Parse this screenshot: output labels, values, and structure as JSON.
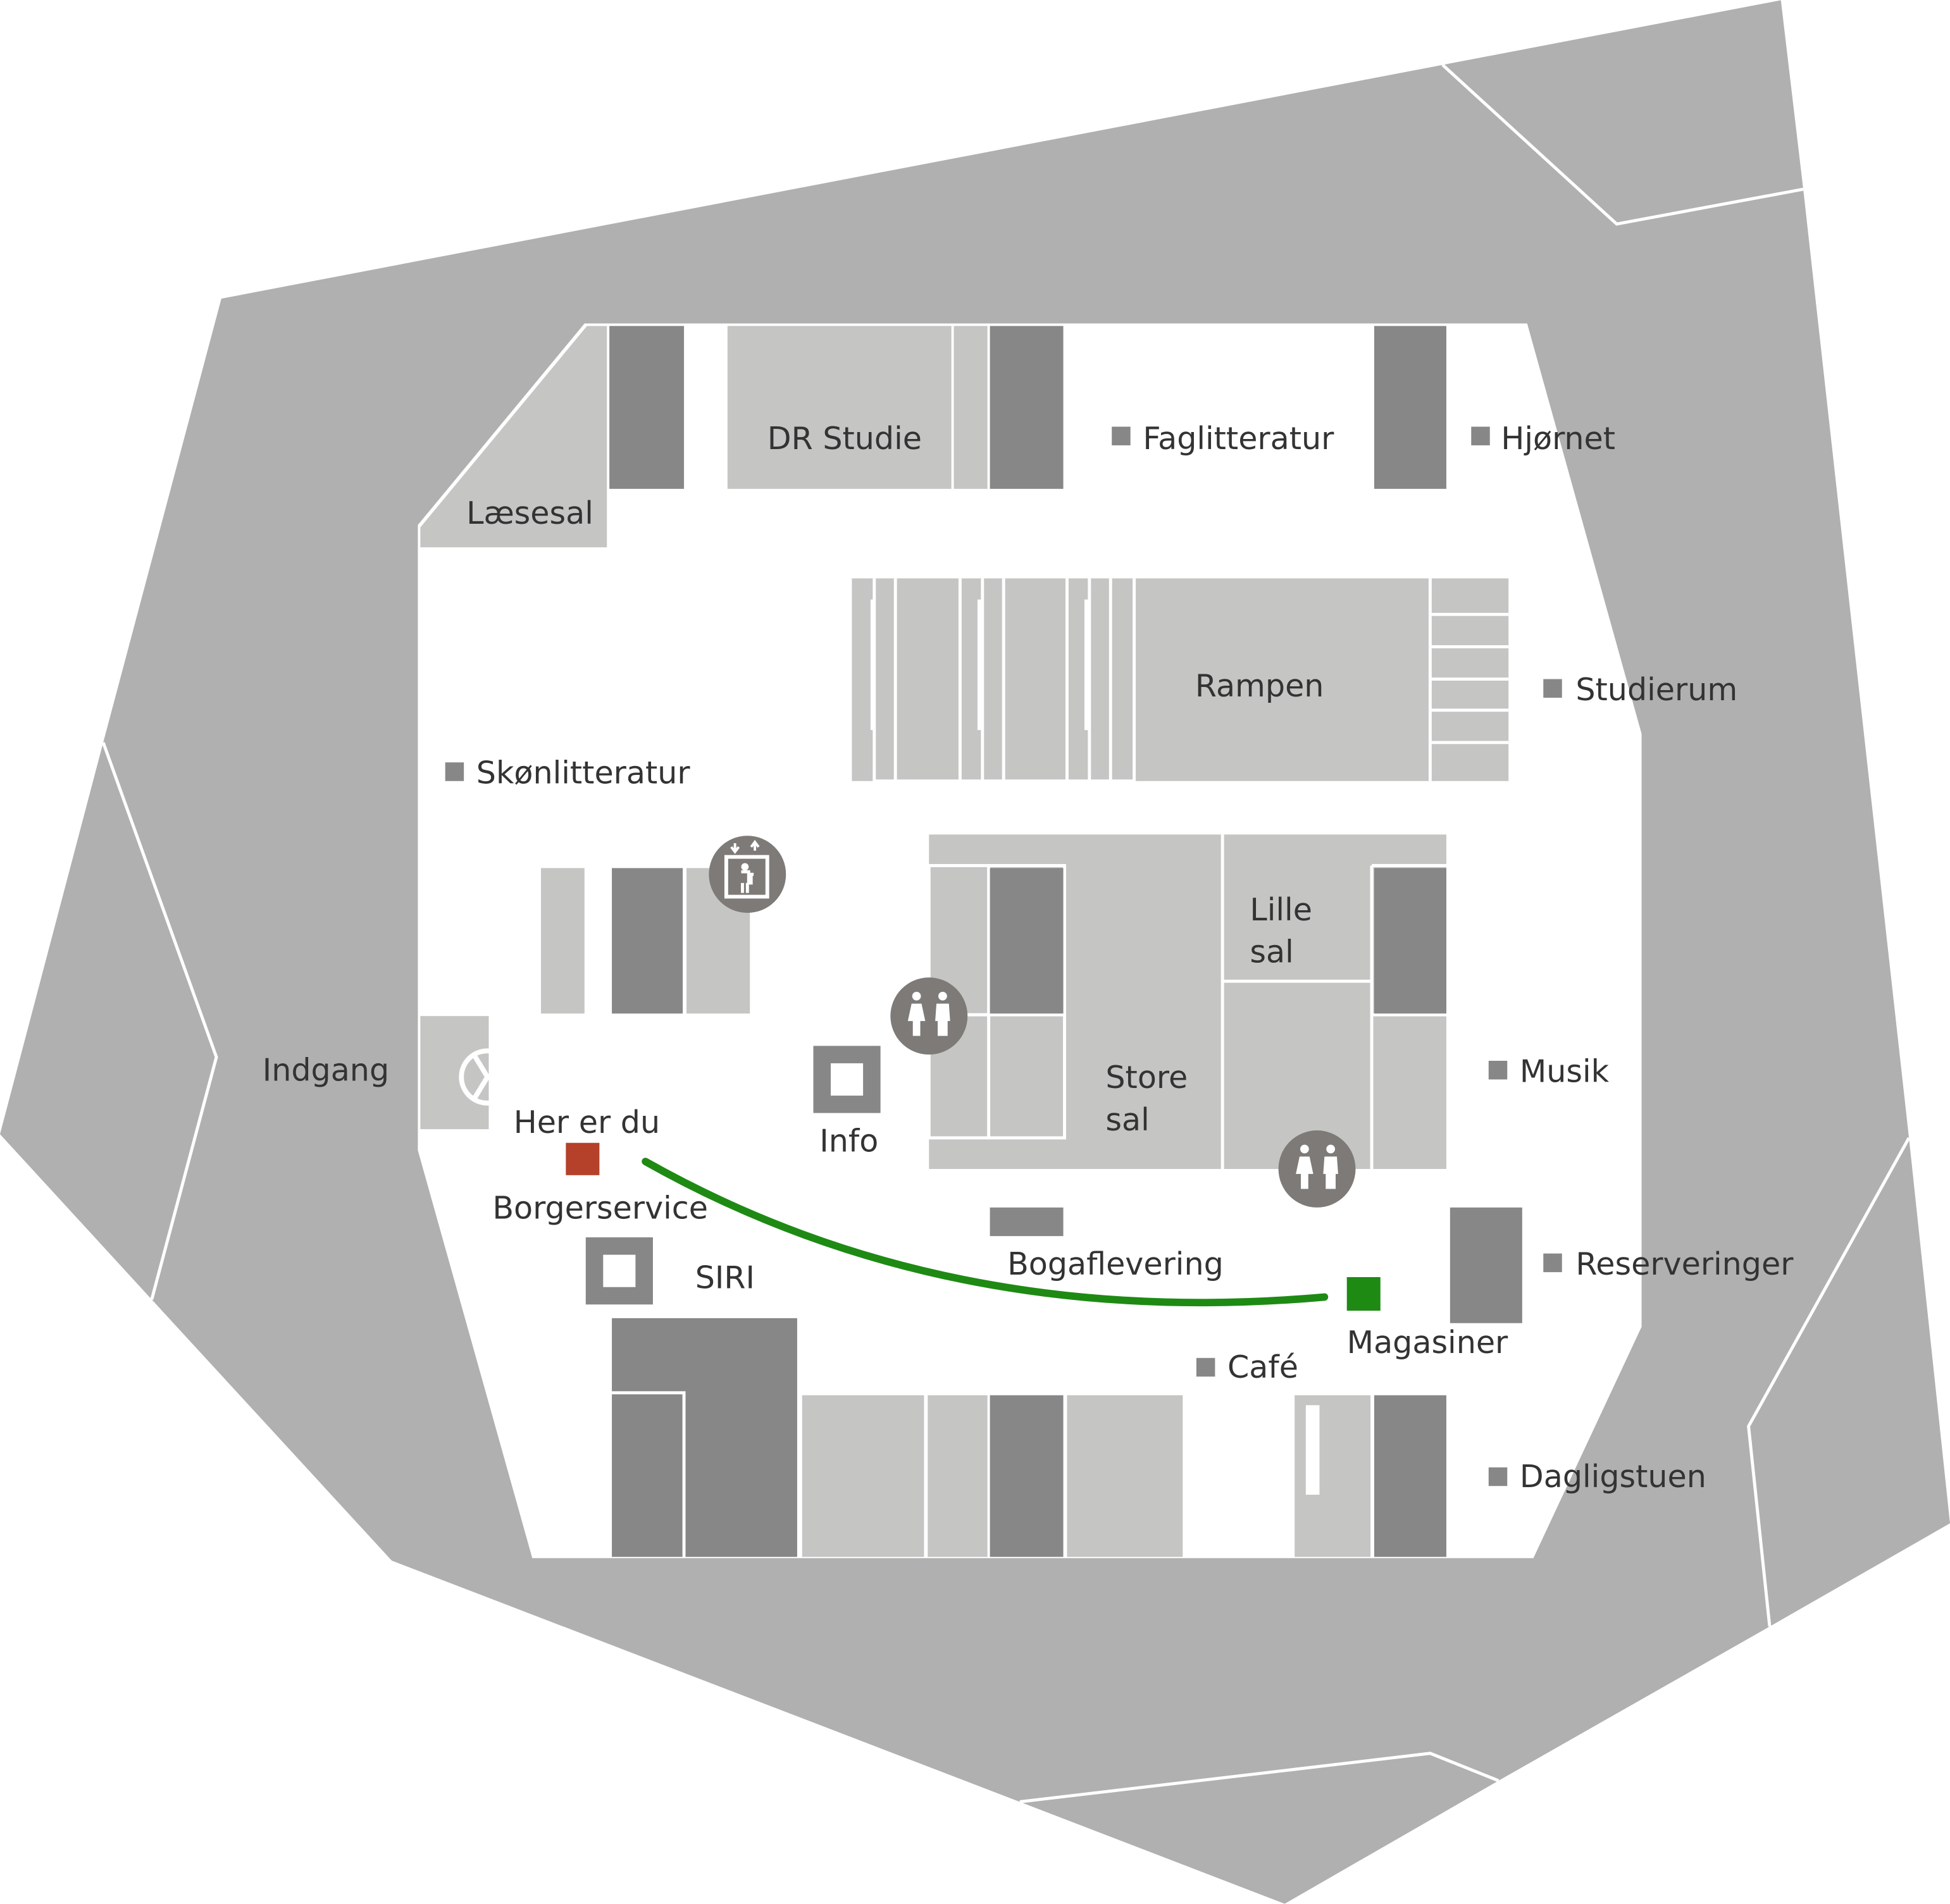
{
  "map": {
    "labels": {
      "laesesal": "Læsesal",
      "dr_studie": "DR Studie",
      "faglitteratur": "Faglitteratur",
      "hjornet": "Hjørnet",
      "rampen": "Rampen",
      "studierum": "Studierum",
      "skonlitteratur": "Skønlitteratur",
      "lille_sal_1": "Lille",
      "lille_sal_2": "sal",
      "store_sal_1": "Store",
      "store_sal_2": "sal",
      "musik": "Musik",
      "indgang": "Indgang",
      "her_er_du": "Her er du",
      "info": "Info",
      "borgerservice": "Borgerservice",
      "siri": "SIRI",
      "bogaflevering": "Bogaflevering",
      "reserveringer": "Reserveringer",
      "magasiner": "Magasiner",
      "cafe": "Café",
      "dagligstuen": "Dagligstuen"
    },
    "icons": [
      "elevator-icon",
      "toilet-icon",
      "revolving-door-icon"
    ],
    "colors": {
      "you_are_here": "#b5412a",
      "destination": "#1e8a14",
      "route": "#1e8a14"
    }
  }
}
